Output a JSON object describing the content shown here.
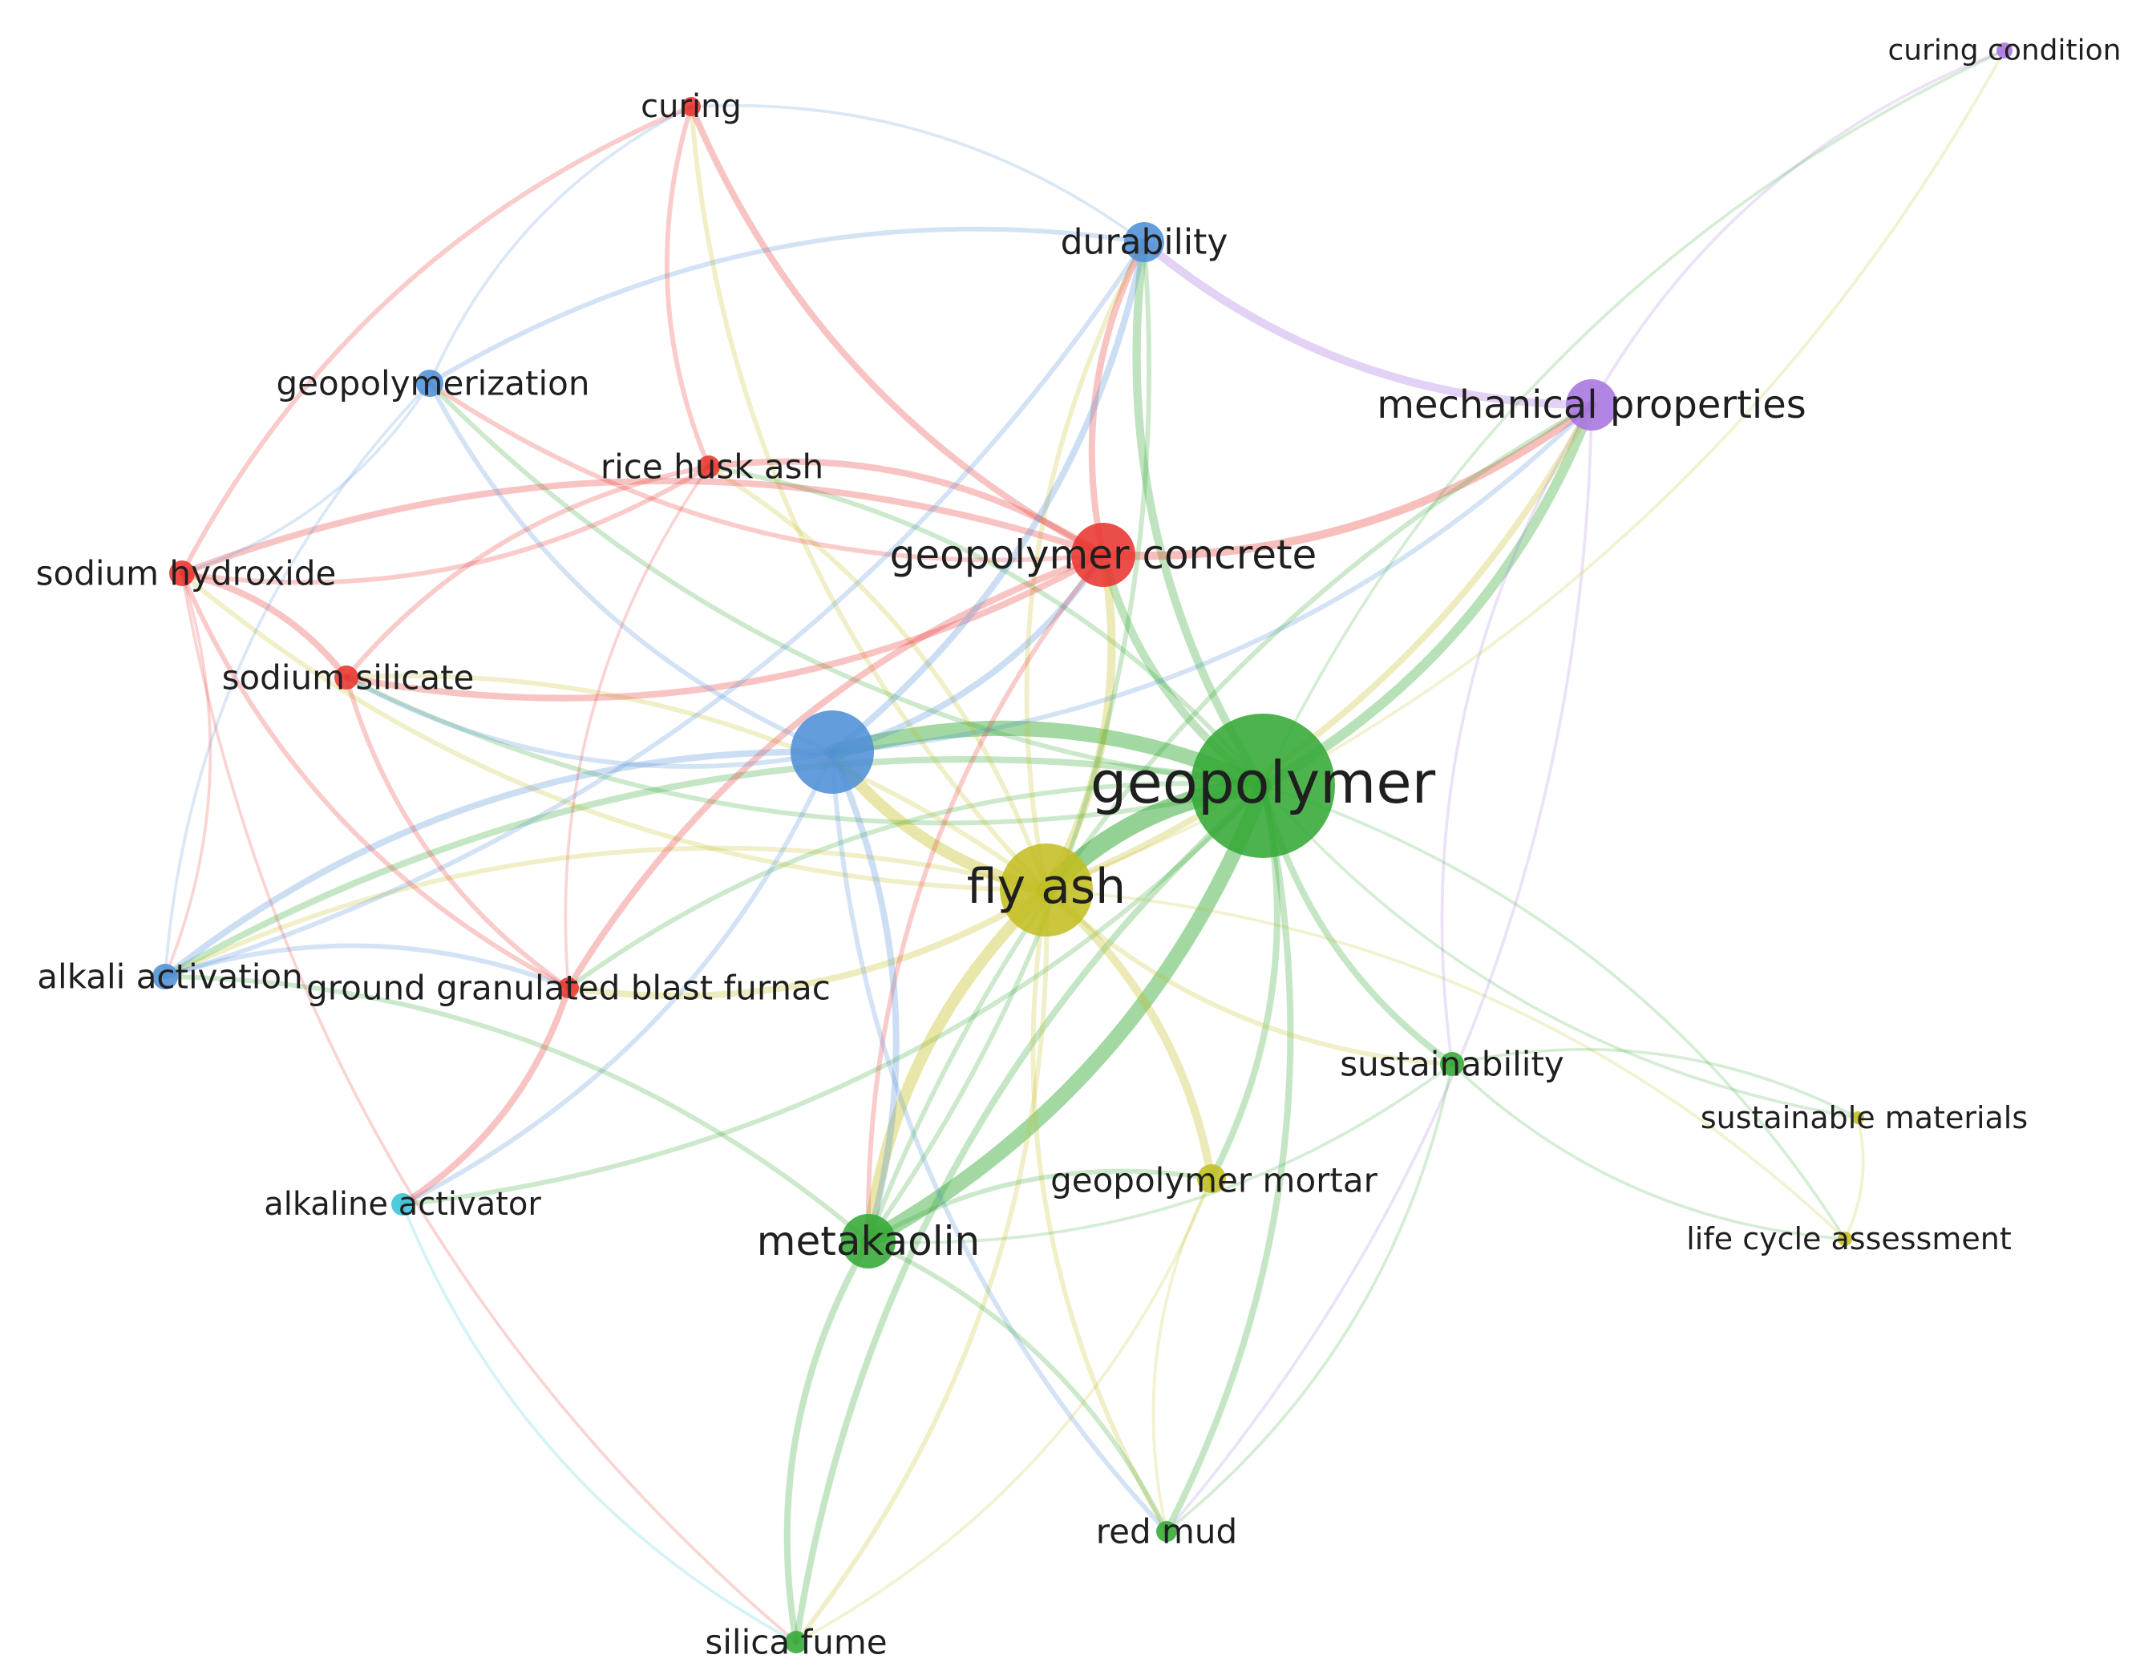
{
  "network": {
    "clusters": {
      "red": "#e8342f",
      "green": "#34a935",
      "blue": "#4f8fd6",
      "yellow": "#c3be22",
      "purple": "#a774e0",
      "cyan": "#35c4d8"
    },
    "nodes": [
      {
        "id": "geopolymer",
        "label": "geopolymer",
        "cluster": "green",
        "weight": 100
      },
      {
        "id": "fly-ash",
        "label": "fly ash",
        "cluster": "yellow",
        "weight": 42
      },
      {
        "id": "geopolymer-concrete",
        "label": "geopolymer concrete",
        "cluster": "red",
        "weight": 22
      },
      {
        "id": "metakaolin",
        "label": "metakaolin",
        "cluster": "green",
        "weight": 18
      },
      {
        "id": "mechanical-properties",
        "label": "mechanical properties",
        "cluster": "purple",
        "weight": 16
      },
      {
        "id": "durability",
        "label": "durability",
        "cluster": "blue",
        "weight": 10
      },
      {
        "id": "geopolymerization",
        "label": "geopolymerization",
        "cluster": "blue",
        "weight": 7
      },
      {
        "id": "rice-husk-ash",
        "label": "rice husk ash",
        "cluster": "red",
        "weight": 6
      },
      {
        "id": "sodium-hydroxide",
        "label": "sodium hydroxide",
        "cluster": "red",
        "weight": 7
      },
      {
        "id": "sodium-silicate",
        "label": "sodium silicate",
        "cluster": "red",
        "weight": 7
      },
      {
        "id": "alkali-activation",
        "label": "alkali activation",
        "cluster": "blue",
        "weight": 7
      },
      {
        "id": "ground-granulated-blast-furnace",
        "label": "ground granulated blast furnac",
        "cluster": "red",
        "weight": 6
      },
      {
        "id": "curing",
        "label": "curing",
        "cluster": "red",
        "weight": 5
      },
      {
        "id": "curing-condition",
        "label": "curing condition",
        "cluster": "purple",
        "weight": 4
      },
      {
        "id": "sustainability",
        "label": "sustainability",
        "cluster": "green",
        "weight": 7
      },
      {
        "id": "sustainable-materials",
        "label": "sustainable materials",
        "cluster": "yellow",
        "weight": 3
      },
      {
        "id": "life-cycle-assessment",
        "label": "life cycle assessment",
        "cluster": "yellow",
        "weight": 4
      },
      {
        "id": "geopolymer-mortar",
        "label": "geopolymer mortar",
        "cluster": "yellow",
        "weight": 7
      },
      {
        "id": "alkaline-activator",
        "label": "alkaline activator",
        "cluster": "cyan",
        "weight": 6
      },
      {
        "id": "red-mud",
        "label": "red mud",
        "cluster": "green",
        "weight": 6
      },
      {
        "id": "silica-fume",
        "label": "silica fume",
        "cluster": "green",
        "weight": 6
      },
      {
        "id": "hub-blue",
        "label": "",
        "cluster": "blue",
        "weight": 40
      }
    ],
    "links": [
      [
        "geopolymer",
        "fly-ash",
        10
      ],
      [
        "geopolymer",
        "metakaolin",
        8
      ],
      [
        "geopolymer",
        "hub-blue",
        8
      ],
      [
        "geopolymer",
        "geopolymer-concrete",
        4
      ],
      [
        "geopolymer",
        "mechanical-properties",
        5
      ],
      [
        "geopolymer",
        "durability",
        4
      ],
      [
        "geopolymer",
        "sustainability",
        3
      ],
      [
        "geopolymer",
        "red-mud",
        3
      ],
      [
        "geopolymer",
        "silica-fume",
        3
      ],
      [
        "geopolymer",
        "geopolymer-mortar",
        3
      ],
      [
        "geopolymer",
        "alkali-activation",
        3
      ],
      [
        "geopolymer",
        "sodium-silicate",
        2
      ],
      [
        "geopolymer",
        "ground-granulated-blast-furnace",
        2
      ],
      [
        "geopolymer",
        "geopolymerization",
        2
      ],
      [
        "geopolymer",
        "rice-husk-ash",
        2
      ],
      [
        "geopolymer",
        "life-cycle-assessment",
        1
      ],
      [
        "geopolymer",
        "sustainable-materials",
        1
      ],
      [
        "geopolymer",
        "alkaline-activator",
        2
      ],
      [
        "fly-ash",
        "metakaolin",
        6
      ],
      [
        "fly-ash",
        "hub-blue",
        6
      ],
      [
        "fly-ash",
        "geopolymer-concrete",
        4
      ],
      [
        "fly-ash",
        "geopolymer-mortar",
        4
      ],
      [
        "fly-ash",
        "mechanical-properties",
        3
      ],
      [
        "fly-ash",
        "ground-granulated-blast-furnace",
        3
      ],
      [
        "fly-ash",
        "rice-husk-ash",
        2
      ],
      [
        "fly-ash",
        "sodium-hydroxide",
        2
      ],
      [
        "fly-ash",
        "sodium-silicate",
        2
      ],
      [
        "fly-ash",
        "durability",
        2
      ],
      [
        "fly-ash",
        "red-mud",
        2
      ],
      [
        "fly-ash",
        "silica-fume",
        2
      ],
      [
        "fly-ash",
        "sustainability",
        2
      ],
      [
        "fly-ash",
        "life-cycle-assessment",
        1
      ],
      [
        "fly-ash",
        "alkali-activation",
        2
      ],
      [
        "fly-ash",
        "curing",
        2
      ],
      [
        "geopolymer-concrete",
        "mechanical-properties",
        4
      ],
      [
        "geopolymer-concrete",
        "durability",
        3
      ],
      [
        "geopolymer-concrete",
        "sodium-hydroxide",
        3
      ],
      [
        "geopolymer-concrete",
        "sodium-silicate",
        3
      ],
      [
        "geopolymer-concrete",
        "rice-husk-ash",
        3
      ],
      [
        "geopolymer-concrete",
        "curing",
        3
      ],
      [
        "geopolymer-concrete",
        "ground-granulated-blast-furnace",
        3
      ],
      [
        "geopolymer-concrete",
        "hub-blue",
        3
      ],
      [
        "geopolymer-concrete",
        "metakaolin",
        2
      ],
      [
        "geopolymer-concrete",
        "geopolymerization",
        2
      ],
      [
        "hub-blue",
        "durability",
        3
      ],
      [
        "hub-blue",
        "geopolymerization",
        2
      ],
      [
        "hub-blue",
        "alkali-activation",
        3
      ],
      [
        "hub-blue",
        "metakaolin",
        3
      ],
      [
        "hub-blue",
        "mechanical-properties",
        2
      ],
      [
        "hub-blue",
        "sodium-silicate",
        2
      ],
      [
        "hub-blue",
        "red-mud",
        2
      ],
      [
        "hub-blue",
        "alkaline-activator",
        2
      ],
      [
        "durability",
        "mechanical-properties",
        4
      ],
      [
        "durability",
        "metakaolin",
        2
      ],
      [
        "durability",
        "geopolymerization",
        2
      ],
      [
        "durability",
        "alkali-activation",
        2
      ],
      [
        "mechanical-properties",
        "metakaolin",
        2
      ],
      [
        "mechanical-properties",
        "curing-condition",
        1
      ],
      [
        "mechanical-properties",
        "sustainability",
        1
      ],
      [
        "mechanical-properties",
        "red-mud",
        1
      ],
      [
        "metakaolin",
        "silica-fume",
        3
      ],
      [
        "metakaolin",
        "red-mud",
        2
      ],
      [
        "metakaolin",
        "alkali-activation",
        2
      ],
      [
        "metakaolin",
        "geopolymer-mortar",
        2
      ],
      [
        "metakaolin",
        "sustainability",
        1
      ],
      [
        "sodium-hydroxide",
        "sodium-silicate",
        3
      ],
      [
        "sodium-hydroxide",
        "rice-husk-ash",
        2
      ],
      [
        "sodium-hydroxide",
        "curing",
        2
      ],
      [
        "sodium-hydroxide",
        "ground-granulated-blast-furnace",
        2
      ],
      [
        "sodium-silicate",
        "rice-husk-ash",
        2
      ],
      [
        "sodium-silicate",
        "ground-granulated-blast-furnace",
        2
      ],
      [
        "rice-husk-ash",
        "curing",
        2
      ],
      [
        "rice-husk-ash",
        "ground-granulated-blast-furnace",
        1
      ],
      [
        "ground-granulated-blast-furnace",
        "alkaline-activator",
        3
      ],
      [
        "ground-granulated-blast-furnace",
        "alkali-activation",
        2
      ],
      [
        "sustainability",
        "sustainable-materials",
        1
      ],
      [
        "sustainability",
        "life-cycle-assessment",
        1
      ],
      [
        "sustainability",
        "red-mud",
        1
      ],
      [
        "geopolymer-mortar",
        "red-mud",
        1
      ],
      [
        "geopolymer-mortar",
        "silica-fume",
        1
      ],
      [
        "curing-condition",
        "geopolymer",
        1
      ],
      [
        "curing-condition",
        "fly-ash",
        1
      ],
      [
        "geopolymerization",
        "alkali-activation",
        1
      ],
      [
        "geopolymerization",
        "sodium-hydroxide",
        1
      ],
      [
        "alkaline-activator",
        "silica-fume",
        1
      ],
      [
        "curing",
        "durability",
        1
      ],
      [
        "curing",
        "geopolymerization",
        1
      ],
      [
        "sodium-hydroxide",
        "alkali-activation",
        1
      ],
      [
        "sodium-hydroxide",
        "silica-fume",
        1
      ],
      [
        "sustainable-materials",
        "life-cycle-assessment",
        1
      ]
    ]
  }
}
